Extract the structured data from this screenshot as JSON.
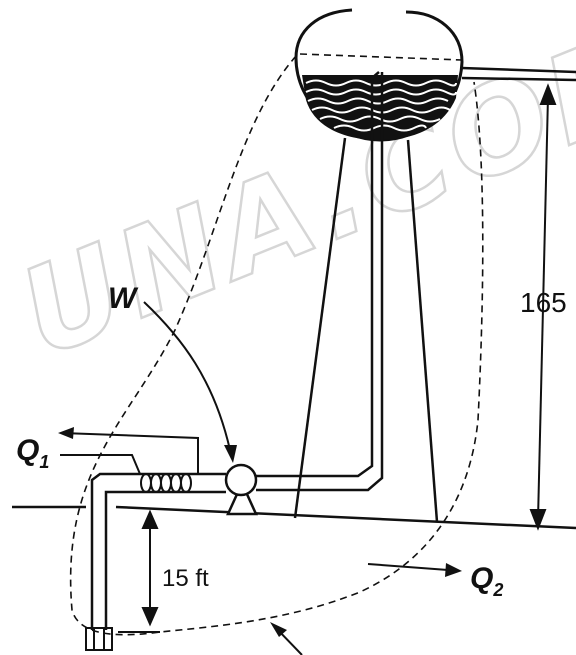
{
  "watermark": "UNA.COM",
  "labels": {
    "work": "W",
    "heat_in": "Q",
    "heat_in_sub": "1",
    "heat_out": "Q",
    "heat_out_sub": "2",
    "tower_height": "165",
    "well_depth": "15 ft"
  },
  "colors": {
    "ink": "#111111",
    "watermark": "#d6d6d6"
  }
}
